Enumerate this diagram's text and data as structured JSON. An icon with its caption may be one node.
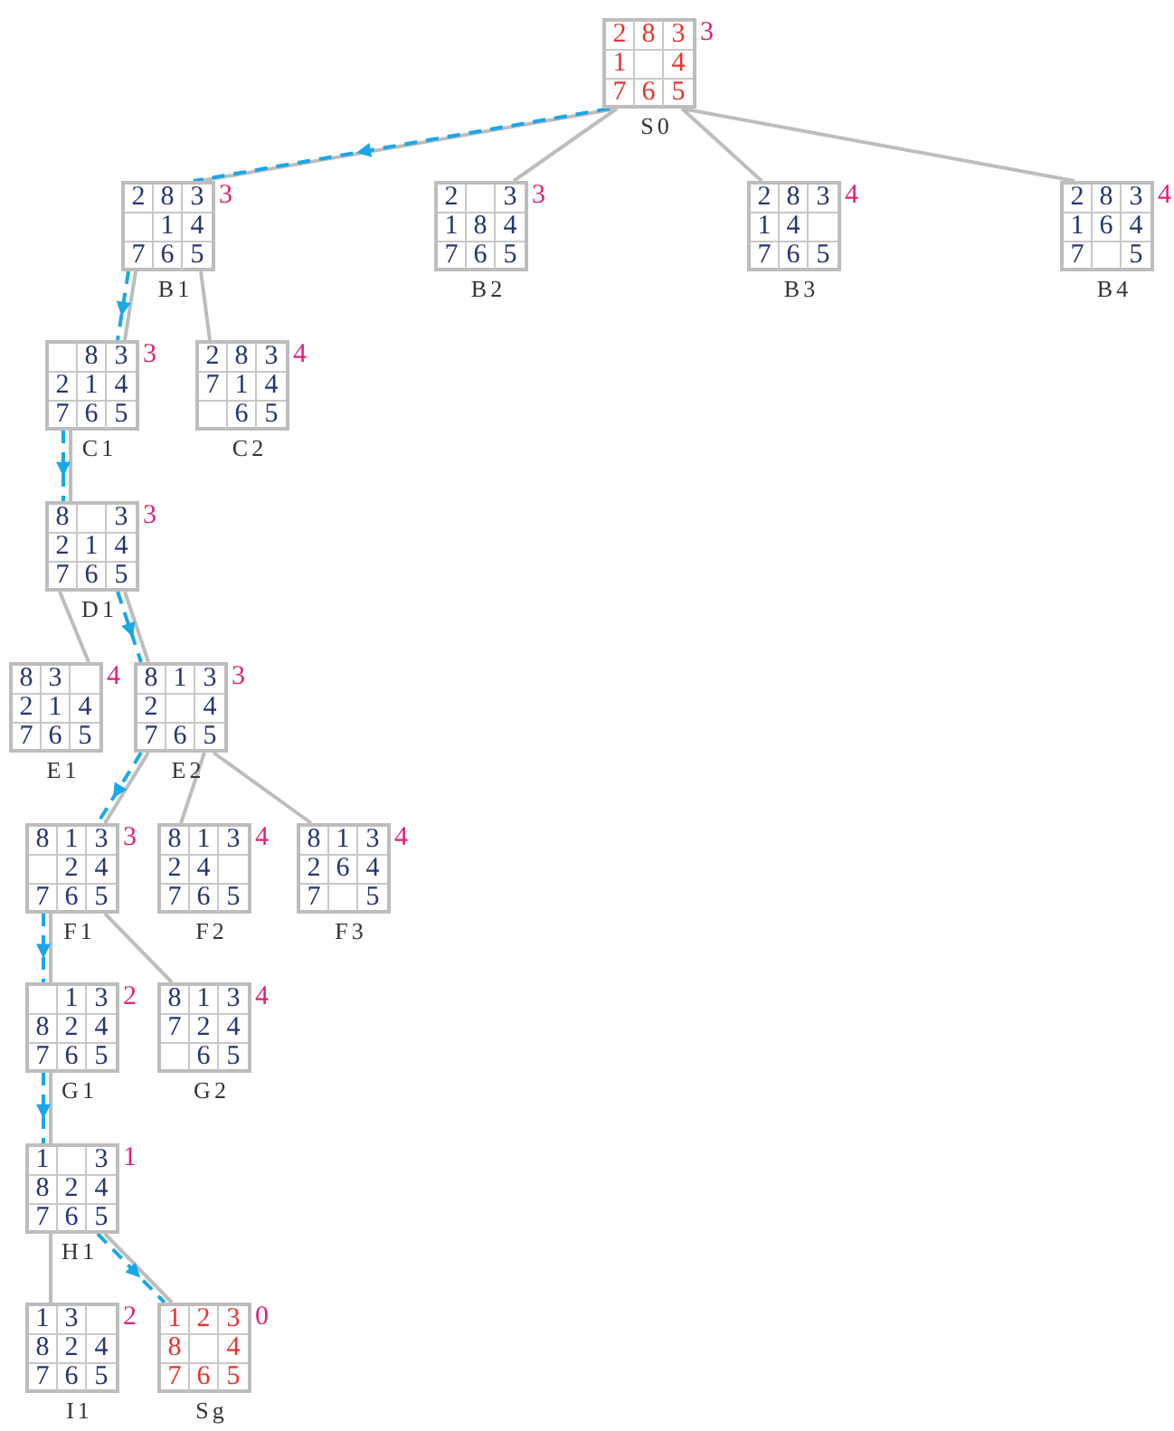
{
  "diagram": {
    "nodes": [
      {
        "text": [
          "2",
          "8",
          "3",
          "1",
          "4",
          "7",
          "6",
          "5"
        ],
        "beside": [
          "3",
          "S0"
        ]
      },
      {
        "text": [
          "2",
          "8",
          "3",
          "1",
          "4",
          "7",
          "6",
          "5"
        ],
        "beside": [
          "3",
          "B1"
        ]
      },
      {
        "text": [
          "2",
          "3",
          "1",
          "8",
          "4",
          "7",
          "6",
          "5"
        ],
        "beside": [
          "3",
          "B2"
        ]
      },
      {
        "text": [
          "2",
          "8",
          "3",
          "1",
          "4",
          "7",
          "6",
          "5"
        ],
        "beside": [
          "4",
          "B3"
        ]
      },
      {
        "text": [
          "2",
          "8",
          "3",
          "1",
          "6",
          "4",
          "7",
          "5"
        ],
        "beside": [
          "4",
          "B4"
        ]
      },
      {
        "text": [
          "8",
          "3",
          "2",
          "1",
          "4",
          "7",
          "6",
          "5"
        ],
        "beside": [
          "3",
          "C1"
        ]
      },
      {
        "text": [
          "2",
          "8",
          "3",
          "7",
          "1",
          "4",
          "6",
          "5"
        ],
        "beside": [
          "4",
          "C2"
        ]
      },
      {
        "text": [
          "8",
          "3",
          "2",
          "1",
          "4",
          "7",
          "6",
          "5"
        ],
        "beside": [
          "3",
          "D1"
        ]
      },
      {
        "text": [
          "8",
          "3",
          "2",
          "1",
          "4",
          "7",
          "6",
          "5"
        ],
        "beside": [
          "4",
          "E1"
        ]
      },
      {
        "text": [
          "8",
          "1",
          "3",
          "2",
          "4",
          "7",
          "6",
          "5"
        ],
        "beside": [
          "3",
          "E2"
        ]
      },
      {
        "text": [
          "8",
          "1",
          "3",
          "2",
          "4",
          "7",
          "6",
          "5"
        ],
        "beside": [
          "3",
          "F1"
        ]
      },
      {
        "text": [
          "8",
          "1",
          "3",
          "2",
          "4",
          "7",
          "6",
          "5"
        ],
        "beside": [
          "4",
          "F2"
        ]
      },
      {
        "text": [
          "8",
          "1",
          "3",
          "2",
          "6",
          "4",
          "7",
          "5"
        ],
        "beside": [
          "4",
          "F3"
        ]
      },
      {
        "text": [
          "1",
          "3",
          "8",
          "2",
          "4",
          "7",
          "6",
          "5"
        ],
        "beside": [
          "2",
          "G1"
        ]
      },
      {
        "text": [
          "8",
          "1",
          "3",
          "7",
          "2",
          "4",
          "6",
          "5"
        ],
        "beside": [
          "4",
          "G2"
        ]
      },
      {
        "text": [
          "1",
          "3",
          "8",
          "2",
          "4",
          "7",
          "6",
          "5"
        ],
        "beside": [
          "1",
          "H1"
        ]
      },
      {
        "text": [
          "1",
          "3",
          "8",
          "2",
          "4",
          "7",
          "6",
          "5"
        ],
        "beside": [
          "2",
          "I1"
        ]
      },
      {
        "text": [
          "1",
          "2",
          "3",
          "8",
          "4",
          "7",
          "6",
          "5"
        ],
        "beside": [
          "0",
          "Sg"
        ]
      }
    ],
    "edges": [
      {
        "from": 0,
        "to": 1,
        "arrow": "none"
      },
      {
        "from": 0,
        "to": 2,
        "arrow": "none"
      },
      {
        "from": 0,
        "to": 3,
        "arrow": "none"
      },
      {
        "from": 0,
        "to": 4,
        "arrow": "none"
      },
      {
        "from": 1,
        "to": 5,
        "arrow": "none"
      },
      {
        "from": 1,
        "to": 6,
        "arrow": "none"
      },
      {
        "from": 5,
        "to": 7,
        "arrow": "none"
      },
      {
        "from": 7,
        "to": 8,
        "arrow": "none"
      },
      {
        "from": 7,
        "to": 9,
        "arrow": "none"
      },
      {
        "from": 9,
        "to": 10,
        "arrow": "none"
      },
      {
        "from": 9,
        "to": 11,
        "arrow": "none"
      },
      {
        "from": 9,
        "to": 12,
        "arrow": "none"
      },
      {
        "from": 10,
        "to": 13,
        "arrow": "none"
      },
      {
        "from": 10,
        "to": 14,
        "arrow": "none"
      },
      {
        "from": 13,
        "to": 15,
        "arrow": "none"
      },
      {
        "from": 15,
        "to": 16,
        "arrow": "none"
      },
      {
        "from": 15,
        "to": 17,
        "arrow": "none"
      },
      {
        "from": 0,
        "to": 1,
        "arrow": "to",
        "style": "dashed",
        "color": "#1aa7e8"
      },
      {
        "from": 1,
        "to": 5,
        "arrow": "to",
        "style": "dashed",
        "color": "#1aa7e8"
      },
      {
        "from": 5,
        "to": 7,
        "arrow": "to",
        "style": "dashed",
        "color": "#1aa7e8"
      },
      {
        "from": 7,
        "to": 9,
        "arrow": "to",
        "style": "dashed",
        "color": "#1aa7e8"
      },
      {
        "from": 9,
        "to": 10,
        "arrow": "to",
        "style": "dashed",
        "color": "#1aa7e8"
      },
      {
        "from": 10,
        "to": 13,
        "arrow": "to",
        "style": "dashed",
        "color": "#1aa7e8"
      },
      {
        "from": 13,
        "to": 15,
        "arrow": "to",
        "style": "dashed",
        "color": "#1aa7e8"
      },
      {
        "from": 15,
        "to": 17,
        "arrow": "to",
        "style": "dashed",
        "color": "#1aa7e8"
      }
    ]
  }
}
